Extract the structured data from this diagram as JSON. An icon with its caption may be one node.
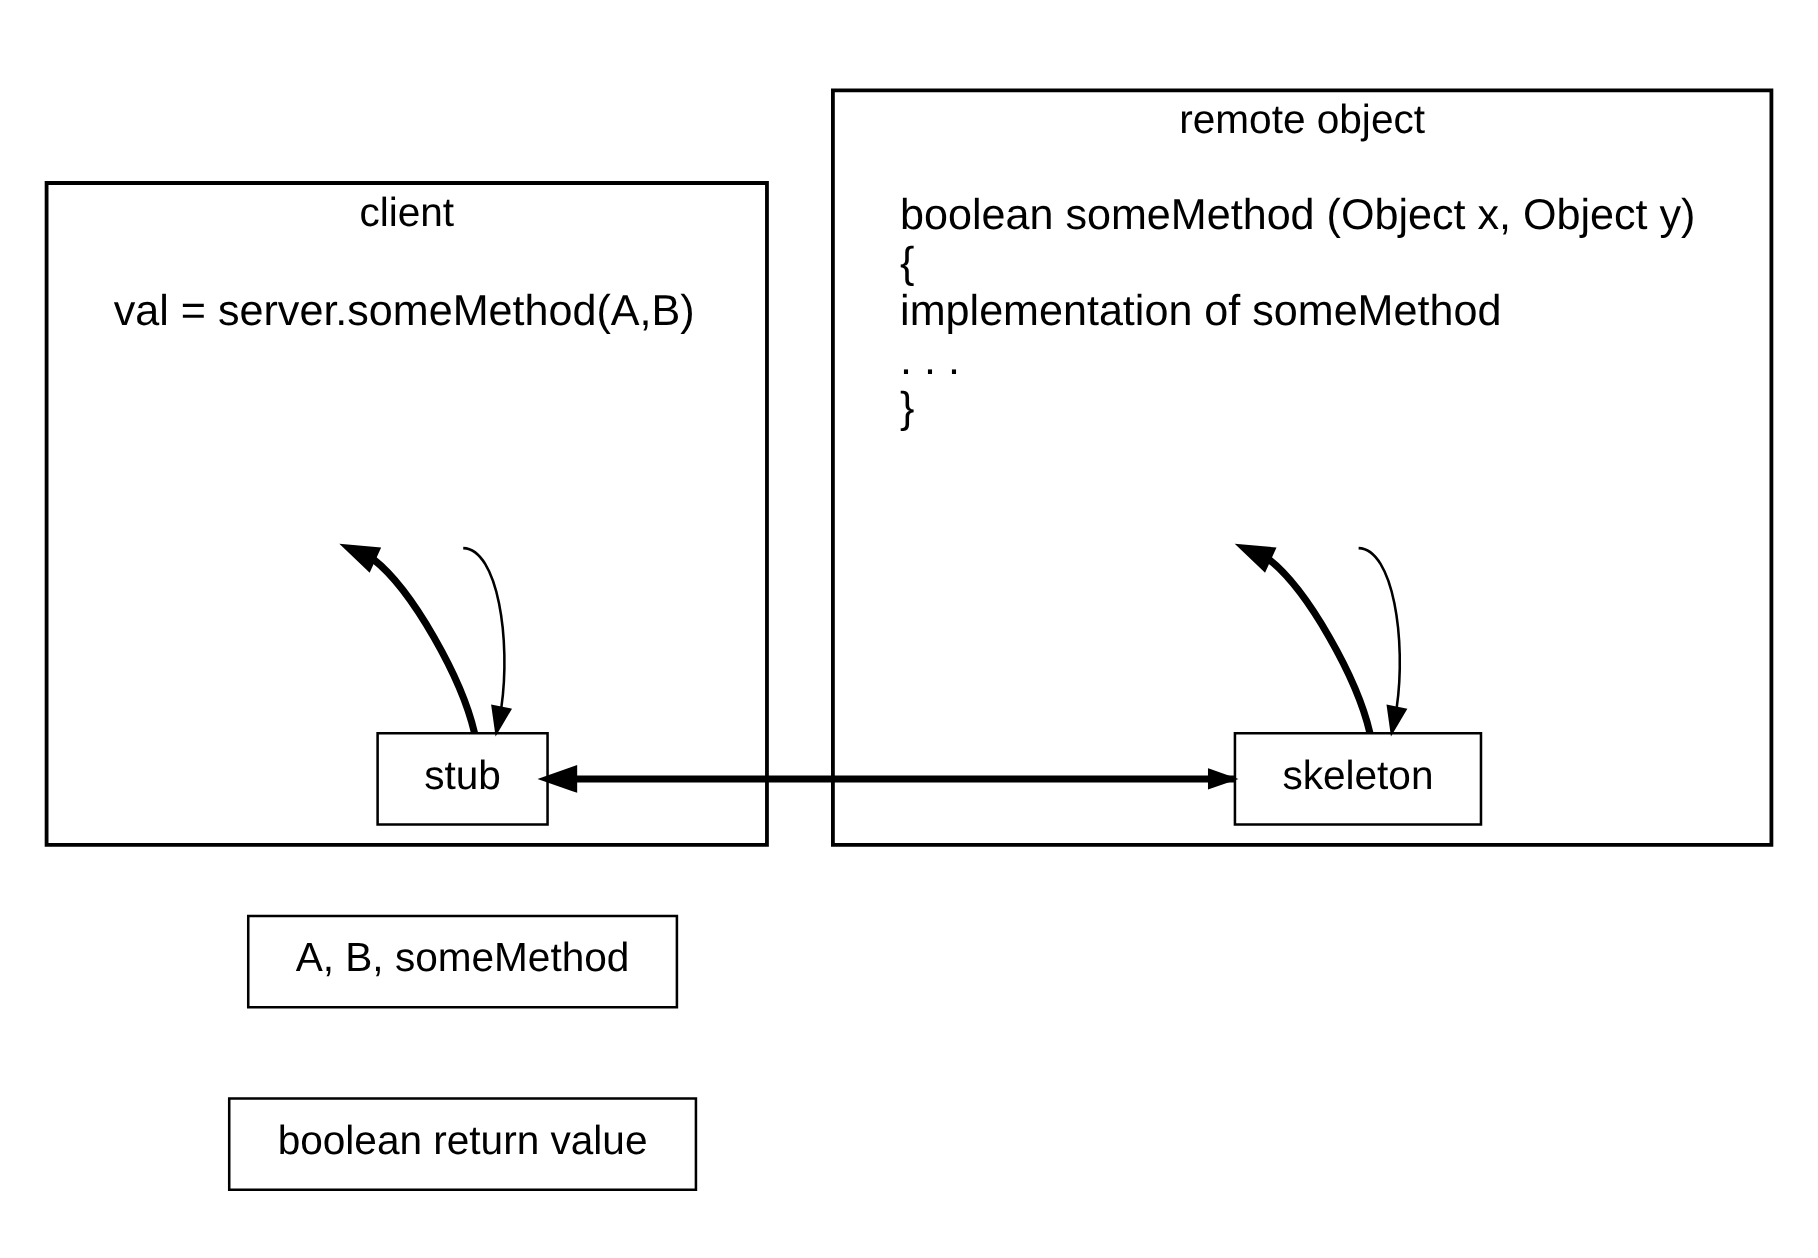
{
  "diagram": {
    "nodes": [
      {
        "text": [
          "client",
          "val = server.someMethod(A,B)"
        ]
      },
      {
        "text": [
          "stub"
        ],
        "in": 0
      },
      {
        "text": [
          "remote object",
          "boolean someMethod (Object x, Object y)",
          "{",
          "implementation of someMethod",
          ". . .",
          "}"
        ]
      },
      {
        "text": [
          "skeleton"
        ],
        "in": 2
      },
      {
        "text": [
          "A, B, someMethod"
        ]
      },
      {
        "text": [
          "boolean return value"
        ]
      }
    ],
    "edges": [
      {
        "from": 1,
        "to": null,
        "arrow": "to",
        "style": "thick"
      },
      {
        "from": null,
        "to": 1,
        "arrow": "to"
      },
      {
        "from": 3,
        "to": null,
        "arrow": "to",
        "style": "thick"
      },
      {
        "from": null,
        "to": 3,
        "arrow": "to"
      },
      {
        "from": 1,
        "to": 3,
        "arrow": "to"
      },
      {
        "from": 3,
        "to": 1,
        "arrow": "to",
        "style": "thick"
      }
    ]
  }
}
